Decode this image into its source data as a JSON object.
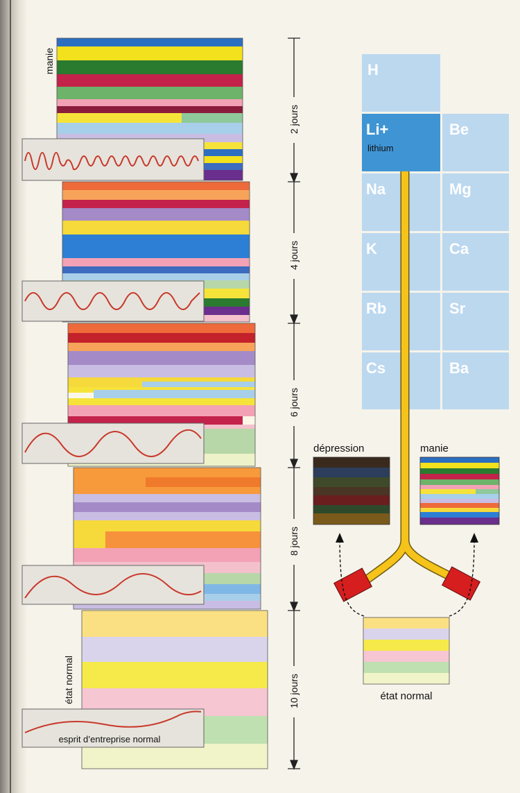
{
  "stack_labels": {
    "mania": "manie",
    "normal": "état normal"
  },
  "wave_caption": "esprit d’entreprise normal",
  "durations": [
    "2 jours",
    "4 jours",
    "6 jours",
    "8 jours",
    "10 jours"
  ],
  "periodic_table": {
    "cells": [
      {
        "symbol": "H"
      },
      {
        "symbol": "Li+",
        "sublabel": "lithium",
        "highlight": true
      },
      {
        "symbol": "Be"
      },
      {
        "symbol": "Na"
      },
      {
        "symbol": "Mg"
      },
      {
        "symbol": "K"
      },
      {
        "symbol": "Ca"
      },
      {
        "symbol": "Rb"
      },
      {
        "symbol": "Sr"
      },
      {
        "symbol": "Cs"
      },
      {
        "symbol": "Ba"
      }
    ]
  },
  "mood_boxes": {
    "depression": "dépression",
    "mania": "manie",
    "normal": "état normal"
  },
  "colors": {
    "table_cell": "#bcd8ef",
    "table_highlight": "#3f95d4",
    "lithium_tube": "#f5c319",
    "valve": "#d61e1e",
    "wave": "#c8382a"
  }
}
